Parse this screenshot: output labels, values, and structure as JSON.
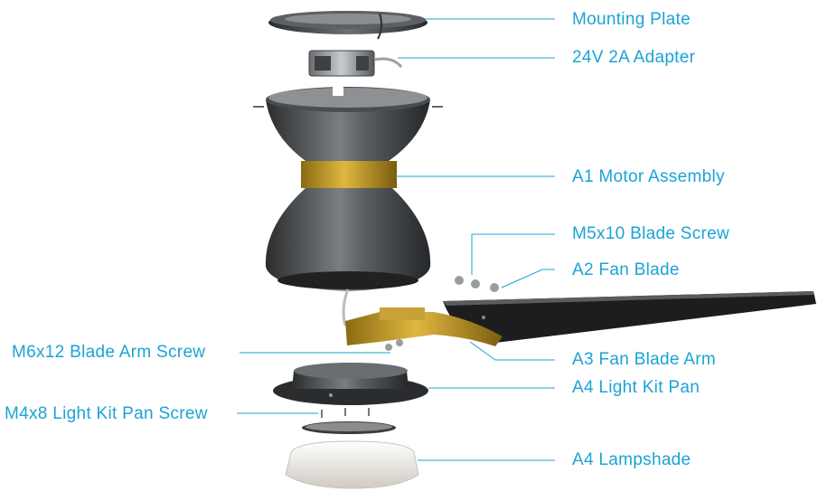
{
  "diagram": {
    "accent_color": "#1ba3d6",
    "labels": {
      "mounting_plate": "Mounting Plate",
      "adapter": "24V 2A  Adapter",
      "motor_assembly": "A1  Motor Assembly",
      "blade_screw": "M5x10 Blade Screw",
      "fan_blade": "A2  Fan Blade",
      "blade_arm_screw": "M6x12 Blade Arm Screw",
      "fan_blade_arm": "A3  Fan Blade Arm",
      "light_kit_pan": "A4  Light Kit Pan",
      "light_kit_pan_screw": "M4x8 Light Kit Pan Screw",
      "lampshade": "A4  Lampshade"
    }
  }
}
